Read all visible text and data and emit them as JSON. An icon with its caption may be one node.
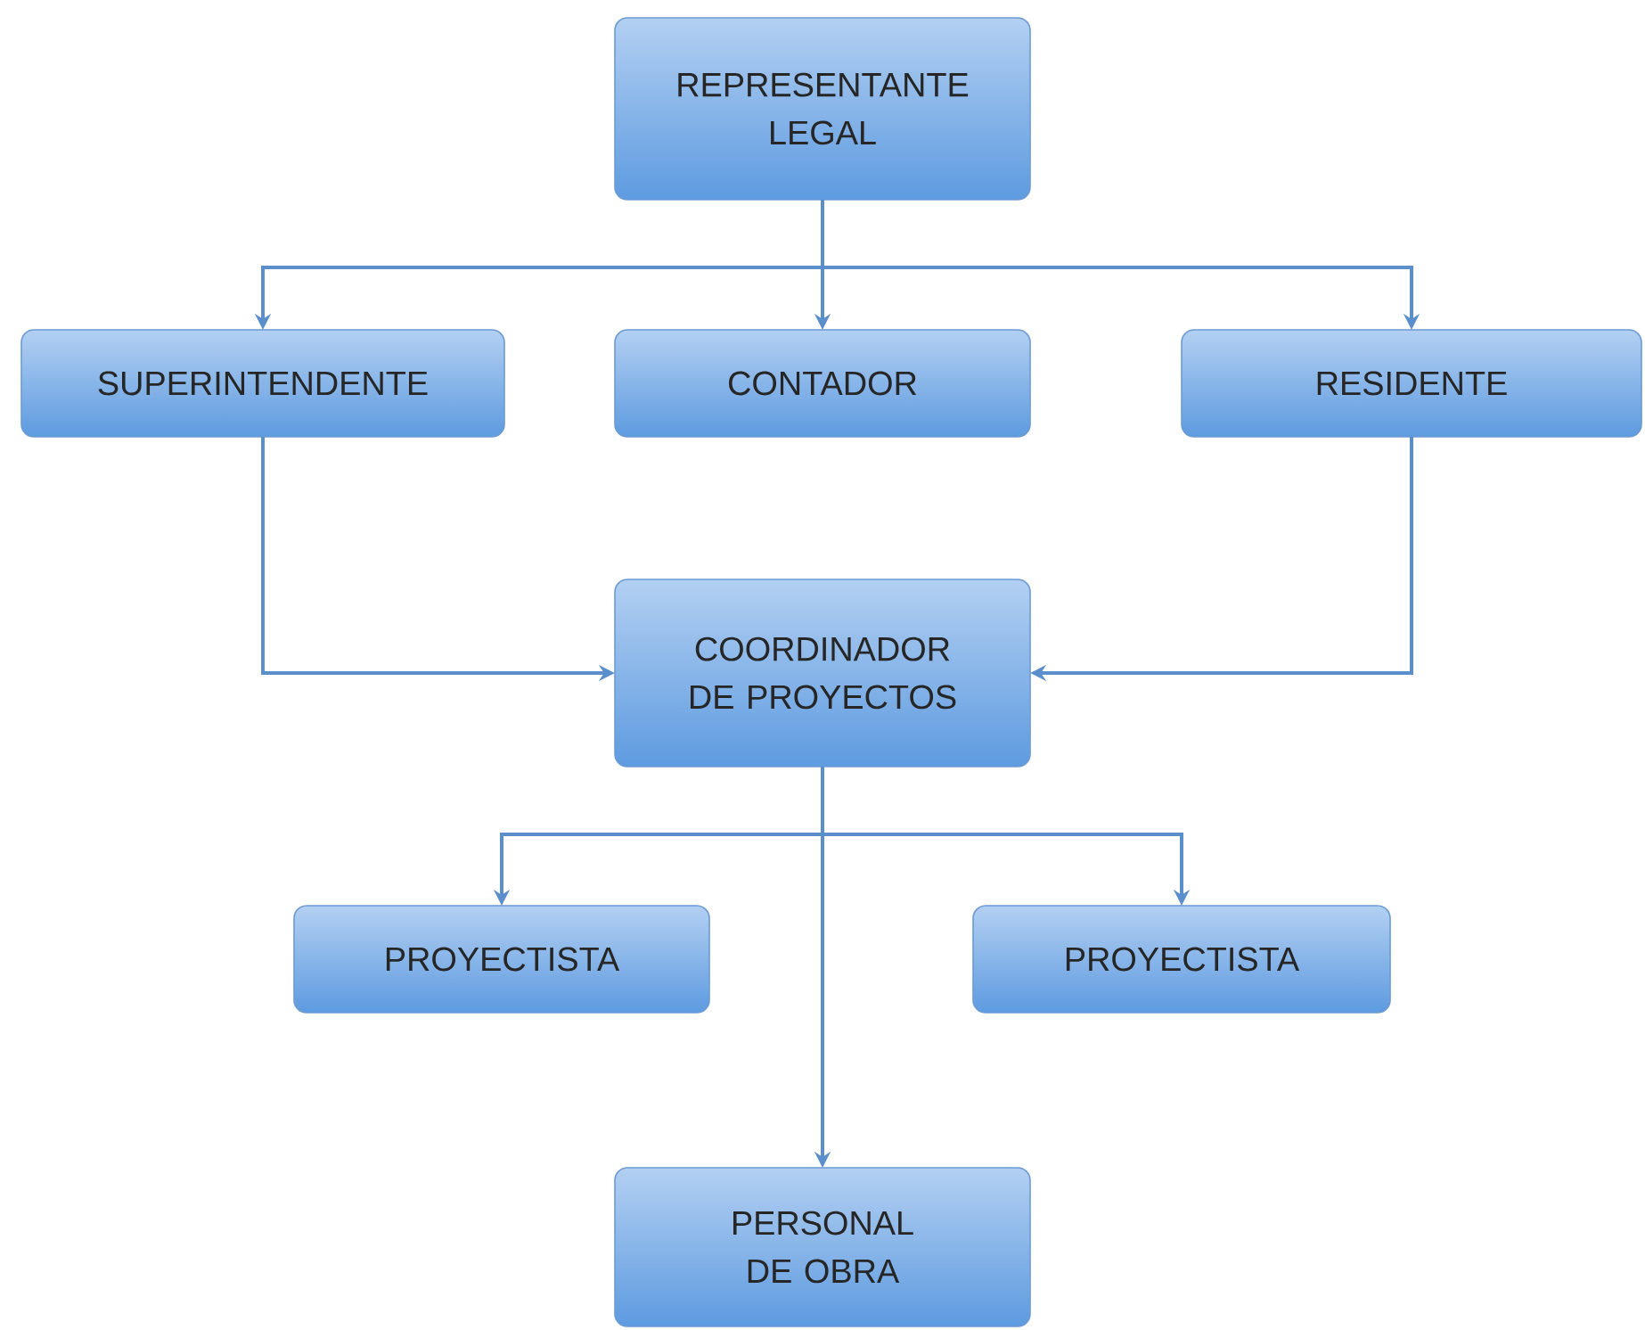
{
  "diagram": {
    "nodes": [
      {
        "text": [
          "REPRESENTANTE LEGAL"
        ]
      },
      {
        "text": [
          "SUPERINTENDENTE"
        ]
      },
      {
        "text": [
          "CONTADOR"
        ]
      },
      {
        "text": [
          "RESIDENTE"
        ]
      },
      {
        "text": [
          "COORDINADOR DE PROYECTOS"
        ]
      },
      {
        "text": [
          "PROYECTISTA"
        ]
      },
      {
        "text": [
          "PROYECTISTA"
        ]
      },
      {
        "text": [
          "PERSONAL DE OBRA"
        ]
      }
    ],
    "edges": [
      {
        "from": 0,
        "to": 1,
        "arrow": "to"
      },
      {
        "from": 0,
        "to": 2,
        "arrow": "to"
      },
      {
        "from": 0,
        "to": 3,
        "arrow": "to"
      },
      {
        "from": 1,
        "to": 4,
        "arrow": "to"
      },
      {
        "from": 3,
        "to": 4,
        "arrow": "to"
      },
      {
        "from": 4,
        "to": 5,
        "arrow": "to"
      },
      {
        "from": 4,
        "to": 6,
        "arrow": "to"
      },
      {
        "from": 4,
        "to": 7,
        "arrow": "to"
      }
    ]
  }
}
